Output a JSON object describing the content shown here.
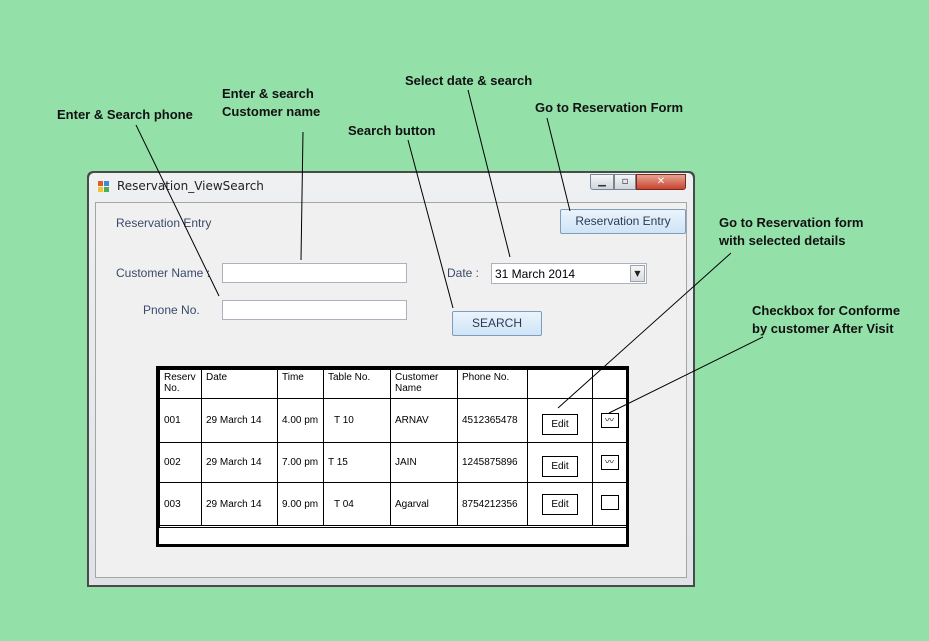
{
  "annotations": {
    "phone": "Enter & Search phone",
    "customer_line1": "Enter & search",
    "customer_line2": "Customer name",
    "date": "Select date & search",
    "search_btn": "Search button",
    "goto_form": "Go to Reservation Form",
    "edit_line1": "Go to Reservation form",
    "edit_line2": "with selected details",
    "checkbox_line1": "Checkbox for Conforme",
    "checkbox_line2": "by customer After Visit"
  },
  "window": {
    "title": "Reservation_ViewSearch",
    "min_glyph": "▁",
    "max_glyph": "▫",
    "close_glyph": "✕"
  },
  "form": {
    "section_label": "Reservation Entry",
    "customer_label": "Customer Name :",
    "customer_value": "",
    "phone_label": "Pnone No.",
    "phone_value": "",
    "date_label": "Date :",
    "date_value": "31  March 2014",
    "reservation_entry_button": "Reservation Entry",
    "search_button": "SEARCH"
  },
  "grid": {
    "headers": [
      "Reserv No.",
      "Date",
      "Time",
      "Table No.",
      "Customer Name",
      "Phone No.",
      "",
      ""
    ],
    "rows": [
      {
        "no": "001",
        "date": "29 March 14",
        "time": "4.00 pm",
        "table": "T 10",
        "customer": "ARNAV",
        "phone": "4512365478",
        "edit": "Edit",
        "checked": true
      },
      {
        "no": "002",
        "date": "29 March 14",
        "time": "7.00 pm",
        "table": "T 15",
        "customer": "JAIN",
        "phone": "1245875896",
        "edit": "Edit",
        "checked": true
      },
      {
        "no": "003",
        "date": "29 March 14",
        "time": "9.00 pm",
        "table": "T 04",
        "customer": "Agarval",
        "phone": "8754212356",
        "edit": "Edit",
        "checked": false
      }
    ]
  },
  "colors": {
    "background": "#93e0a9",
    "close_button": "#c8442f",
    "button_face": "#cfe4f6",
    "label_text": "#3a4a6b"
  }
}
